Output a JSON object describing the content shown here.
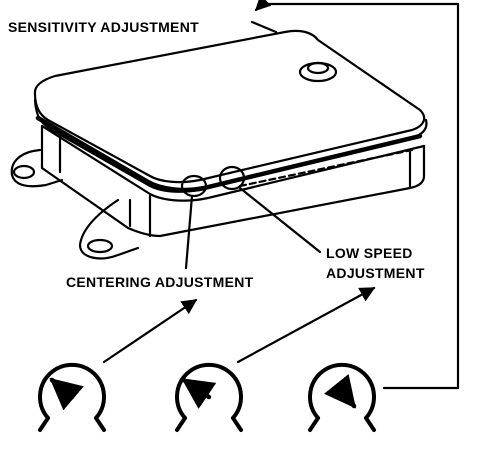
{
  "labels": {
    "sensitivity": "SENSITIVITY ADJUSTMENT",
    "centering": "CENTERING ADJUSTMENT",
    "low_speed_line1": "LOW SPEED",
    "low_speed_line2": "ADJUSTMENT"
  },
  "colors": {
    "ink": "#000000",
    "paper": "#ffffff"
  }
}
